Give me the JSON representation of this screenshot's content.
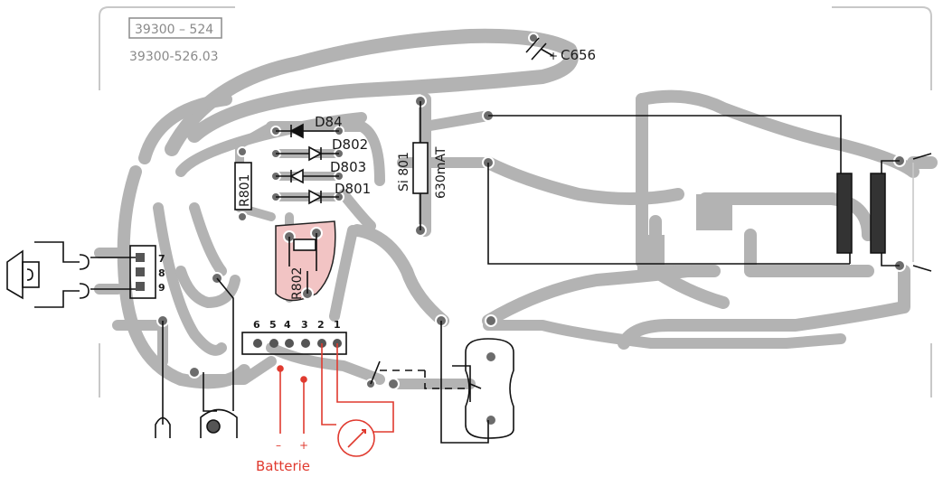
{
  "board": {
    "part_number_boxed": "39300 – 524",
    "part_number_alt": "39300-526.03"
  },
  "components": {
    "c656": "C656",
    "c656_plus": "+",
    "d84": "D84",
    "d802": "D802",
    "d803": "D803",
    "d801": "D801",
    "r801": "R801",
    "r802": "R802",
    "fuse": "Si 801",
    "fuse_rating": "630mAT"
  },
  "connectors": {
    "speaker_pins": [
      "7",
      "8",
      "9"
    ],
    "terminal_pins": [
      "6",
      "5",
      "4",
      "3",
      "2",
      "1"
    ]
  },
  "battery": {
    "label": "Batterie",
    "minus": "–",
    "plus": "+"
  },
  "colors": {
    "trace": "#b3b3b3",
    "wire": "#111111",
    "external": "#e03a2f",
    "highlight": "#f2c4c4"
  }
}
